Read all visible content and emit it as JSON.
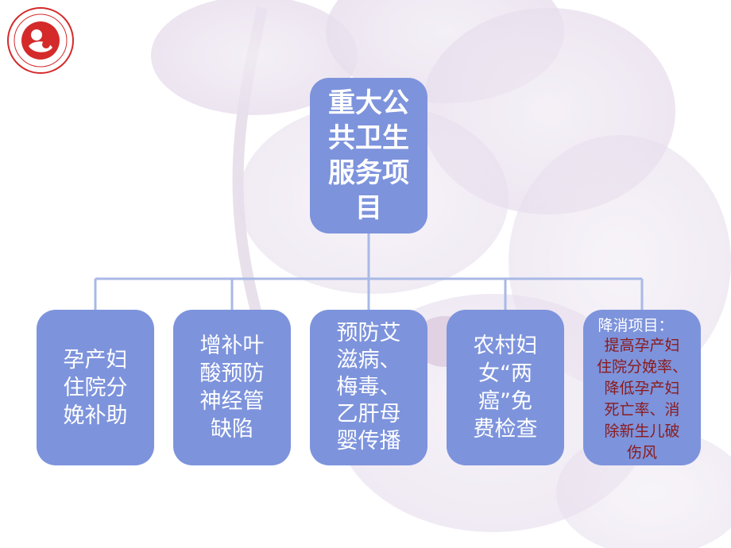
{
  "root": {
    "label": "重大公\n共卫生\n服务项\n目"
  },
  "children": [
    {
      "label": "孕产妇\n住院分\n娩补助"
    },
    {
      "label": "增补叶\n酸预防\n神经管\n缺陷"
    },
    {
      "label": "预防艾\n滋病、\n梅毒、\n乙肝母\n婴传播"
    },
    {
      "label": "农村妇\n女“两\n癌”免\n费检查"
    },
    {
      "title": "降消项目：",
      "detail": "提高孕产妇\n住院分娩率、\n降低孕产妇\n死亡率、消\n除新生儿破\n伤风"
    }
  ],
  "colors": {
    "box_fill": "#7d93dc",
    "connector": "#a8b9e6",
    "box_text": "#ffffff",
    "detail_text": "#8b1a1a",
    "logo_red": "#d42a2a"
  },
  "icons": {
    "logo": "maternal-child-health-logo",
    "background": "orchid-flower-watermark"
  }
}
